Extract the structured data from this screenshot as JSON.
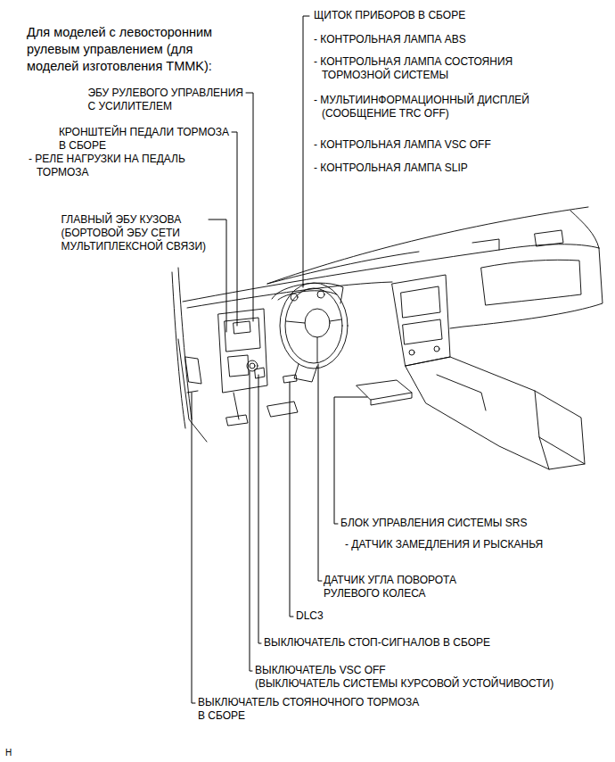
{
  "diagram": {
    "title": "Для моделей с левосторонним рулевым управлением (для моделей изготовления TMMK):",
    "labels": [
      "ЩИТОК ПРИБОРОВ В СБОРЕ",
      "- КОНТРОЛЬНАЯ ЛАМПА ABS",
      "- КОНТРОЛЬНАЯ ЛАМПА СОСТОЯНИЯ ТОРМОЗНОЙ СИСТЕМЫ",
      "- МУЛЬТИИНФОРМАЦИОННЫЙ ДИСПЛЕЙ (СООБЩЕНИЕ TRC OFF)",
      "- КОНТРОЛЬНАЯ ЛАМПА VSC OFF",
      "- КОНТРОЛЬНАЯ ЛАМПА SLIP",
      "ЭБУ РУЛЕВОГО УПРАВЛЕНИЯ С УСИЛИТЕЛЕМ",
      "КРОНШТЕЙН ПЕДАЛИ ТОРМОЗА В СБОРЕ",
      "- РЕЛЕ НАГРУЗКИ НА ПЕДАЛЬ ТОРМОЗА",
      "ГЛАВНЫЙ ЭБУ КУЗОВА (БОРТОВОЙ ЭБУ СЕТИ МУЛЬТИПЛЕКСНОЙ СВЯЗИ)",
      "БЛОК УПРАВЛЕНИЯ СИСТЕМЫ SRS",
      "- ДАТЧИК ЗАМЕДЛЕНИЯ И РЫСКАНЬЯ",
      "ДАТЧИК УГЛА ПОВОРОТА РУЛЕВОГО КОЛЕСА",
      "DLC3",
      "ВЫКЛЮЧАТЕЛЬ СТОП-СИГНАЛОВ В СБОРЕ",
      "ВЫКЛЮЧАТЕЛЬ VSC OFF (ВЫКЛЮЧАТЕЛЬ СИСТЕМЫ КУРСОВОЙ УСТОЙЧИВОСТИ)",
      "ВЫКЛЮЧАТЕЛЬ СТОЯНОЧНОГО ТОРМОЗА В СБОРЕ",
      "H"
    ]
  }
}
